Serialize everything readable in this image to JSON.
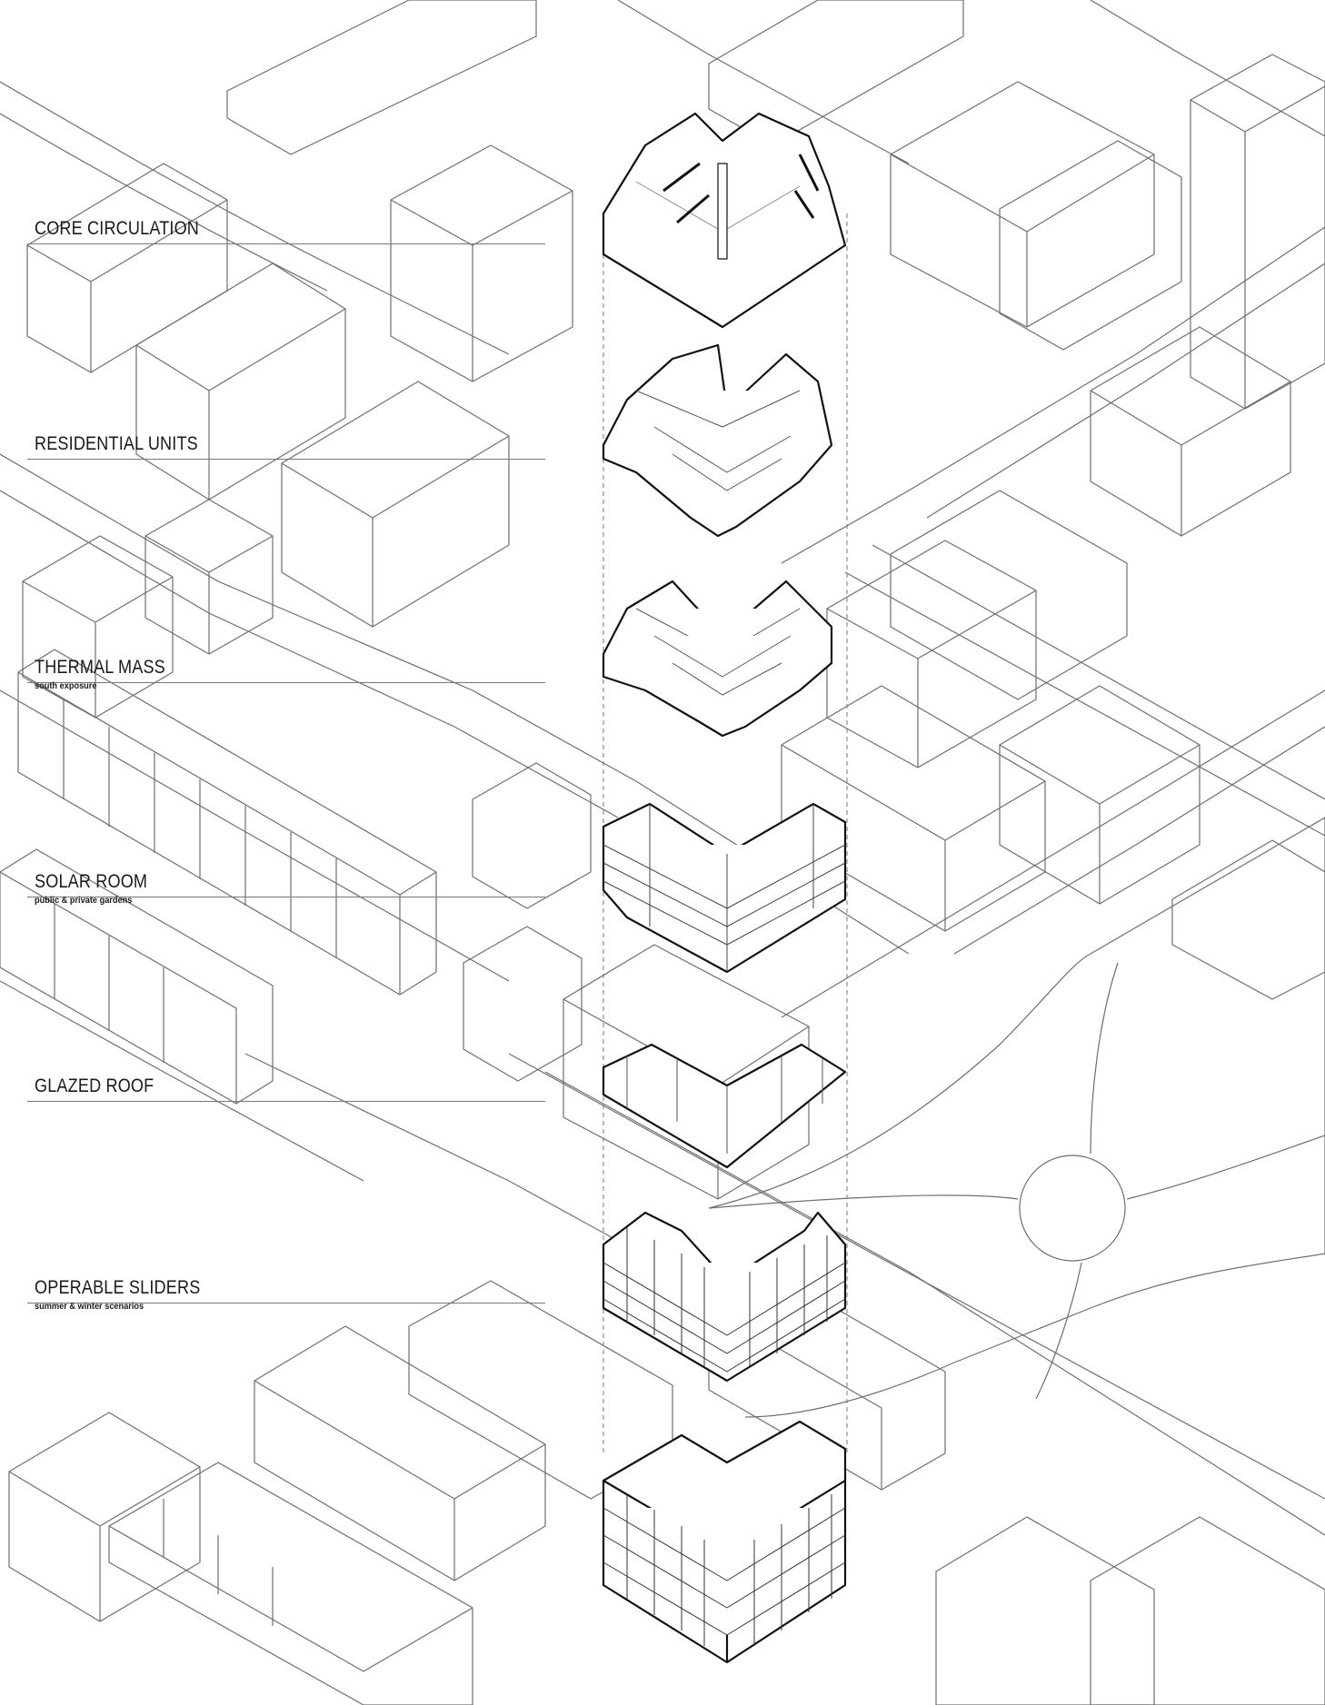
{
  "labels": [
    {
      "id": "core-circulation",
      "title": "CORE CIRCULATION",
      "subtitle": ""
    },
    {
      "id": "residential-units",
      "title": "RESIDENTIAL UNITS",
      "subtitle": ""
    },
    {
      "id": "thermal-mass",
      "title": "THERMAL MASS",
      "subtitle": "south exposure"
    },
    {
      "id": "solar-room",
      "title": "SOLAR ROOM",
      "subtitle": "public & private gardens"
    },
    {
      "id": "glazed-roof",
      "title": "GLAZED ROOF",
      "subtitle": ""
    },
    {
      "id": "operable-sliders",
      "title": "OPERABLE SLIDERS",
      "subtitle": "summer & winter scenarios"
    }
  ],
  "colors": {
    "line": "#6e6e6e",
    "bold_line": "#111111",
    "leader": "#777777",
    "text": "#1a1a1a"
  }
}
